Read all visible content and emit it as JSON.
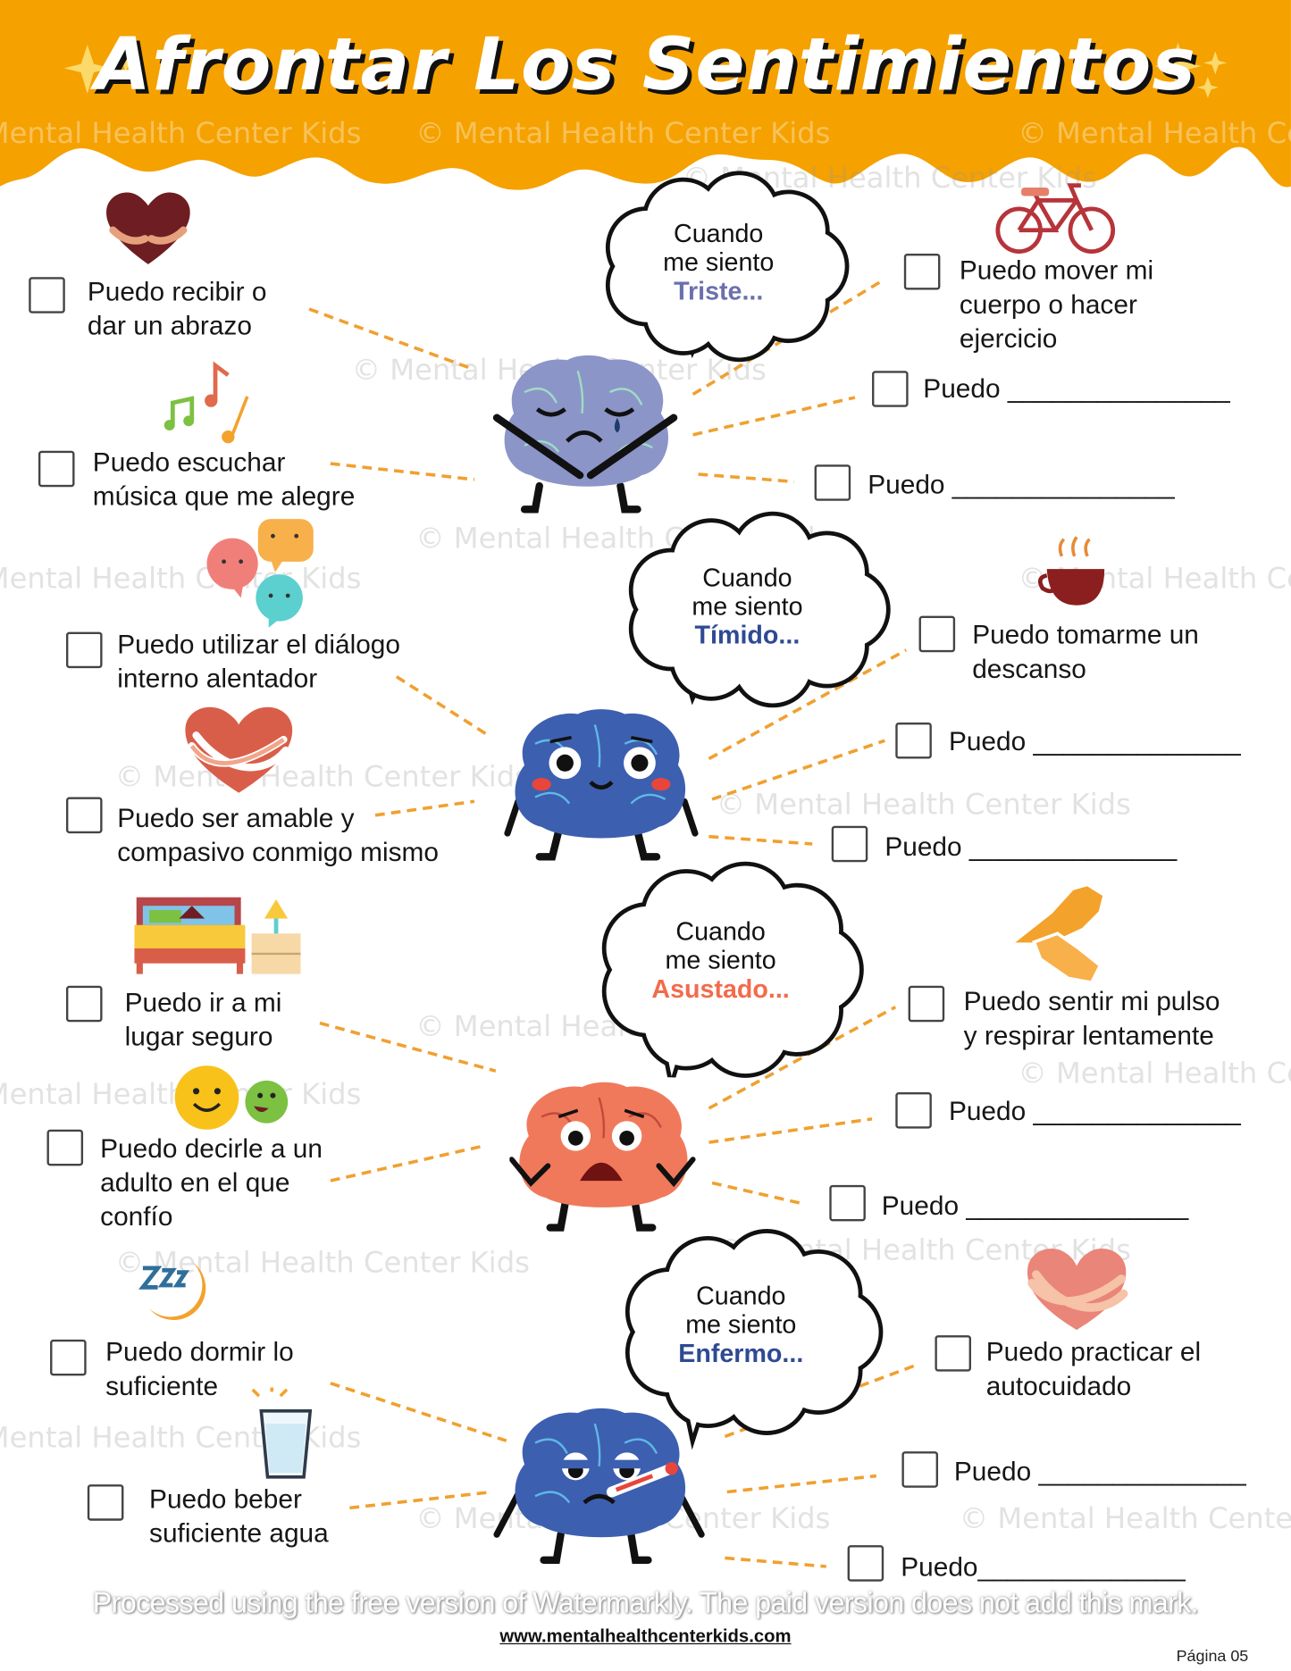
{
  "title": "Afrontar Los Sentimientos",
  "watermark": "© Mental Health Center Kids",
  "footer": {
    "processed_note": "Processed using the free version of Watermarkly. The paid version does not add this mark.",
    "url": "www.mentalhealthcenterkids.com",
    "page": "Página 05"
  },
  "colors": {
    "orange": "#f5a100",
    "dash": "#f0a030",
    "triste": "#6b70ad",
    "timido": "#2f4a94",
    "asustado": "#f26b4c",
    "enfermo": "#2f4a94"
  },
  "left_items": [
    {
      "label": "Puedo recibir o\ndar un abrazo",
      "icon": "hug-heart-icon"
    },
    {
      "label": "Puedo escuchar\nmúsica que me alegre",
      "icon": "music-notes-icon"
    },
    {
      "label": "Puedo utilizar el diálogo\ninterno alentador",
      "icon": "chat-bubbles-icon"
    },
    {
      "label": "Puedo ser amable y\ncompasivo conmigo mismo",
      "icon": "self-hug-heart-icon"
    },
    {
      "label": "Puedo ir a mi\nlugar seguro",
      "icon": "bed-icon"
    },
    {
      "label": "Puedo decirle a un\nadulto en el que\nconfío",
      "icon": "emoji-faces-icon"
    },
    {
      "label": "Puedo dormir lo\nsuficiente",
      "icon": "sleep-moon-icon"
    },
    {
      "label": "Puedo beber\nsuficiente agua",
      "icon": "water-glass-icon"
    }
  ],
  "feelings": [
    {
      "bubble_prefix": "Cuando\nme siento",
      "feeling": "Triste...",
      "item": "Puedo mover mi\ncuerpo o hacer\nejercicio",
      "icon": "bicycle-icon",
      "blank1": "Puedo _______________",
      "blank2": "Puedo _______________"
    },
    {
      "bubble_prefix": "Cuando\nme siento",
      "feeling": "Tímido...",
      "item": "Puedo tomarme un\ndescanso",
      "icon": "hot-cup-icon",
      "blank1": "Puedo ______________",
      "blank2": "Puedo ______________"
    },
    {
      "bubble_prefix": "Cuando\nme siento",
      "feeling": "Asustado...",
      "item": "Puedo sentir mi pulso\ny respirar lentamente",
      "icon": "hands-pulse-icon",
      "blank1": "Puedo ______________",
      "blank2": "Puedo _______________"
    },
    {
      "bubble_prefix": "Cuando\nme siento",
      "feeling": "Enfermo...",
      "item": "Puedo practicar el\nautocuidado",
      "icon": "self-care-heart-icon",
      "blank1": "Puedo ______________",
      "blank2": "Puedo______________"
    }
  ]
}
